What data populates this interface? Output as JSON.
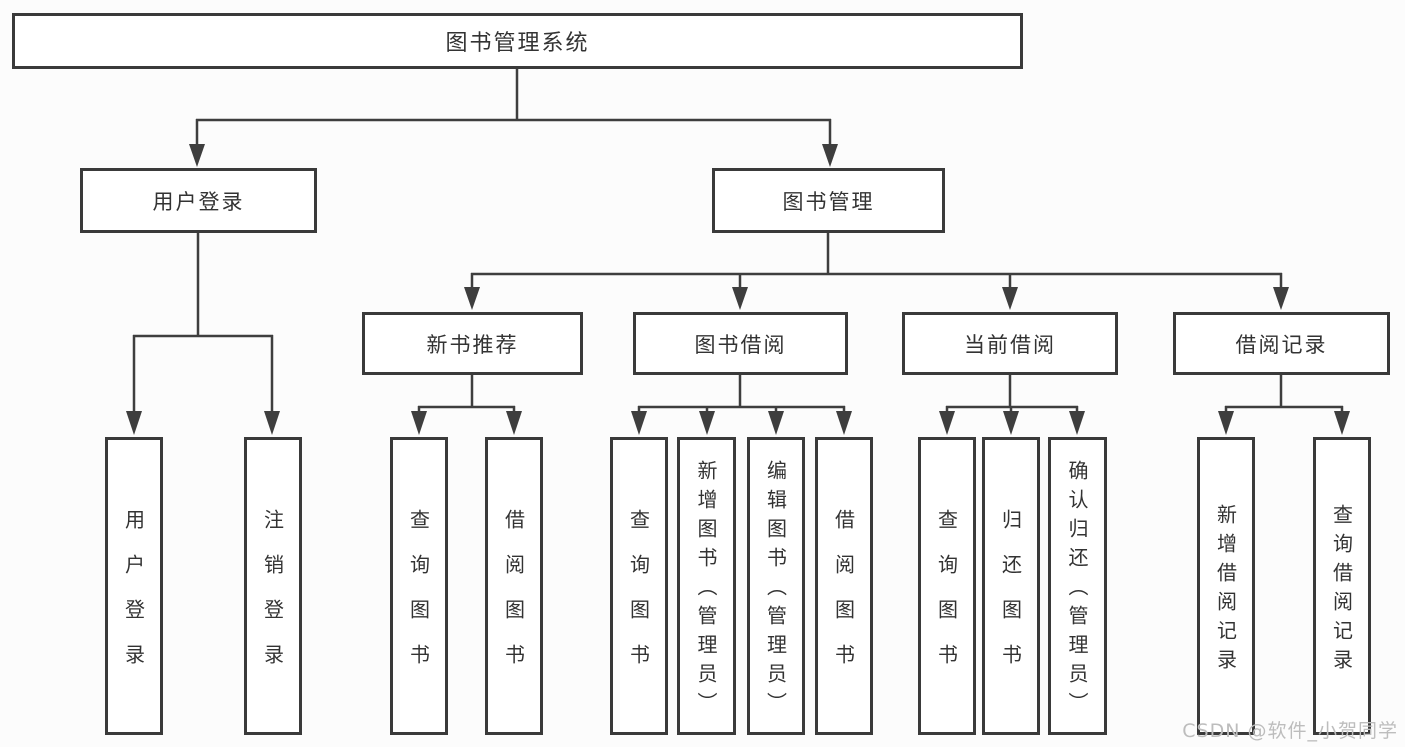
{
  "diagram": {
    "root": "图书管理系统",
    "branches": [
      {
        "label": "用户登录",
        "children": [
          "用户登录",
          "注销登录"
        ]
      },
      {
        "label": "图书管理",
        "sections": [
          {
            "label": "新书推荐",
            "children": [
              "查询图书",
              "借阅图书"
            ]
          },
          {
            "label": "图书借阅",
            "children": [
              "查询图书",
              "新增图书（管理员）",
              "编辑图书（管理员）",
              "借阅图书"
            ]
          },
          {
            "label": "当前借阅",
            "children": [
              "查询图书",
              "归还图书",
              "确认归还（管理员）"
            ]
          },
          {
            "label": "借阅记录",
            "children": [
              "新增借阅记录",
              "查询借阅记录"
            ]
          }
        ]
      }
    ]
  },
  "watermark": "CSDN @软件_小贺同学",
  "colors": {
    "line": "#3e3e3e",
    "box_border": "#3a3a3a",
    "text": "#333333",
    "watermark": "#bdbdbd",
    "background": "#fcfcfc"
  }
}
